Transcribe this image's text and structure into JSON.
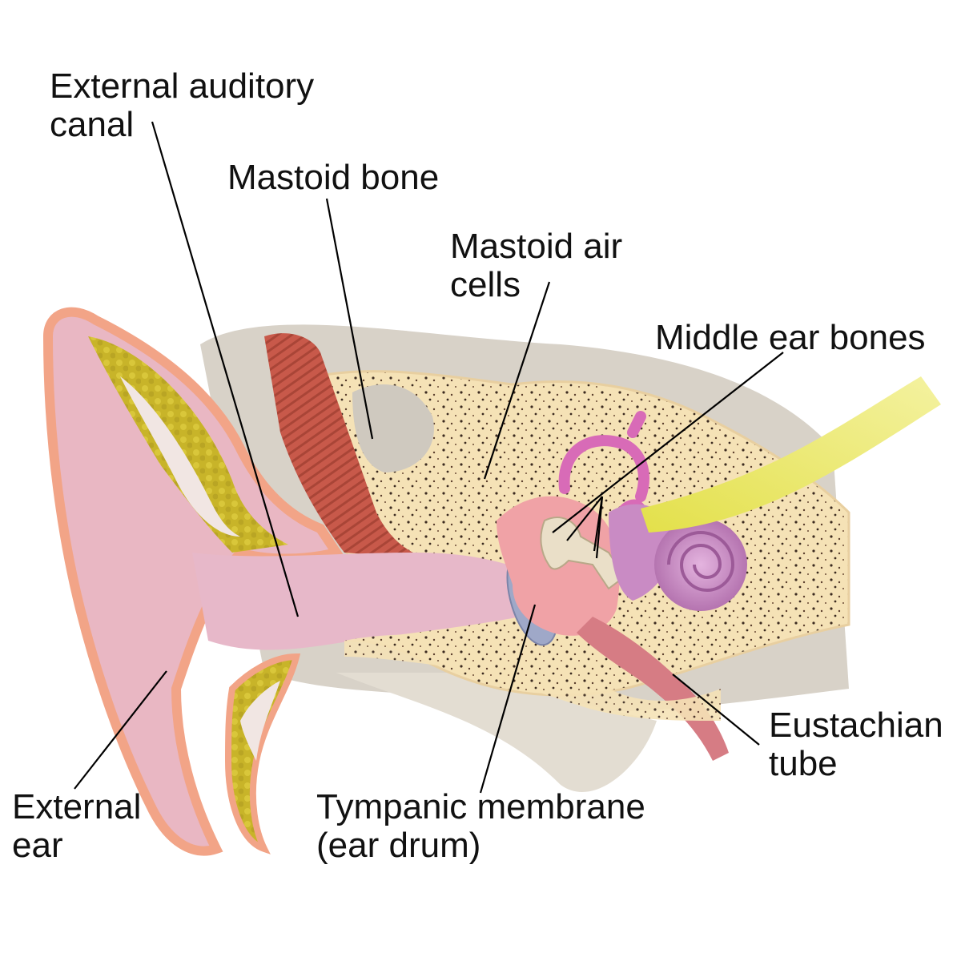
{
  "colors": {
    "skin": "#e9b7c3",
    "skin_edge": "#f2a487",
    "cartilage": "#f1e6e3",
    "fat": "#c8b429",
    "bone": "#f5e2b6",
    "bone_shadow": "#d8d2c8",
    "muscle": "#c8594a",
    "ossicle": "#eadfc8",
    "canal": "#e7b8c9",
    "membrane": "#9fa8c8",
    "cochlea": "#c98bc4",
    "semicircular": "#d86bb7",
    "nerve": "#e3e04a",
    "cavity": "#f0a2a6",
    "tube": "#d67c84",
    "leader": "#000000"
  },
  "labels": {
    "external_auditory_canal": [
      "External auditory",
      "canal"
    ],
    "mastoid_bone": [
      "Mastoid bone"
    ],
    "mastoid_air_cells": [
      "Mastoid air",
      "cells"
    ],
    "middle_ear_bones": [
      "Middle ear bones"
    ],
    "eustachian_tube": [
      "Eustachian",
      "tube"
    ],
    "tympanic_membrane": [
      "Tympanic membrane",
      "(ear drum)"
    ],
    "external_ear": [
      "External",
      "ear"
    ]
  }
}
